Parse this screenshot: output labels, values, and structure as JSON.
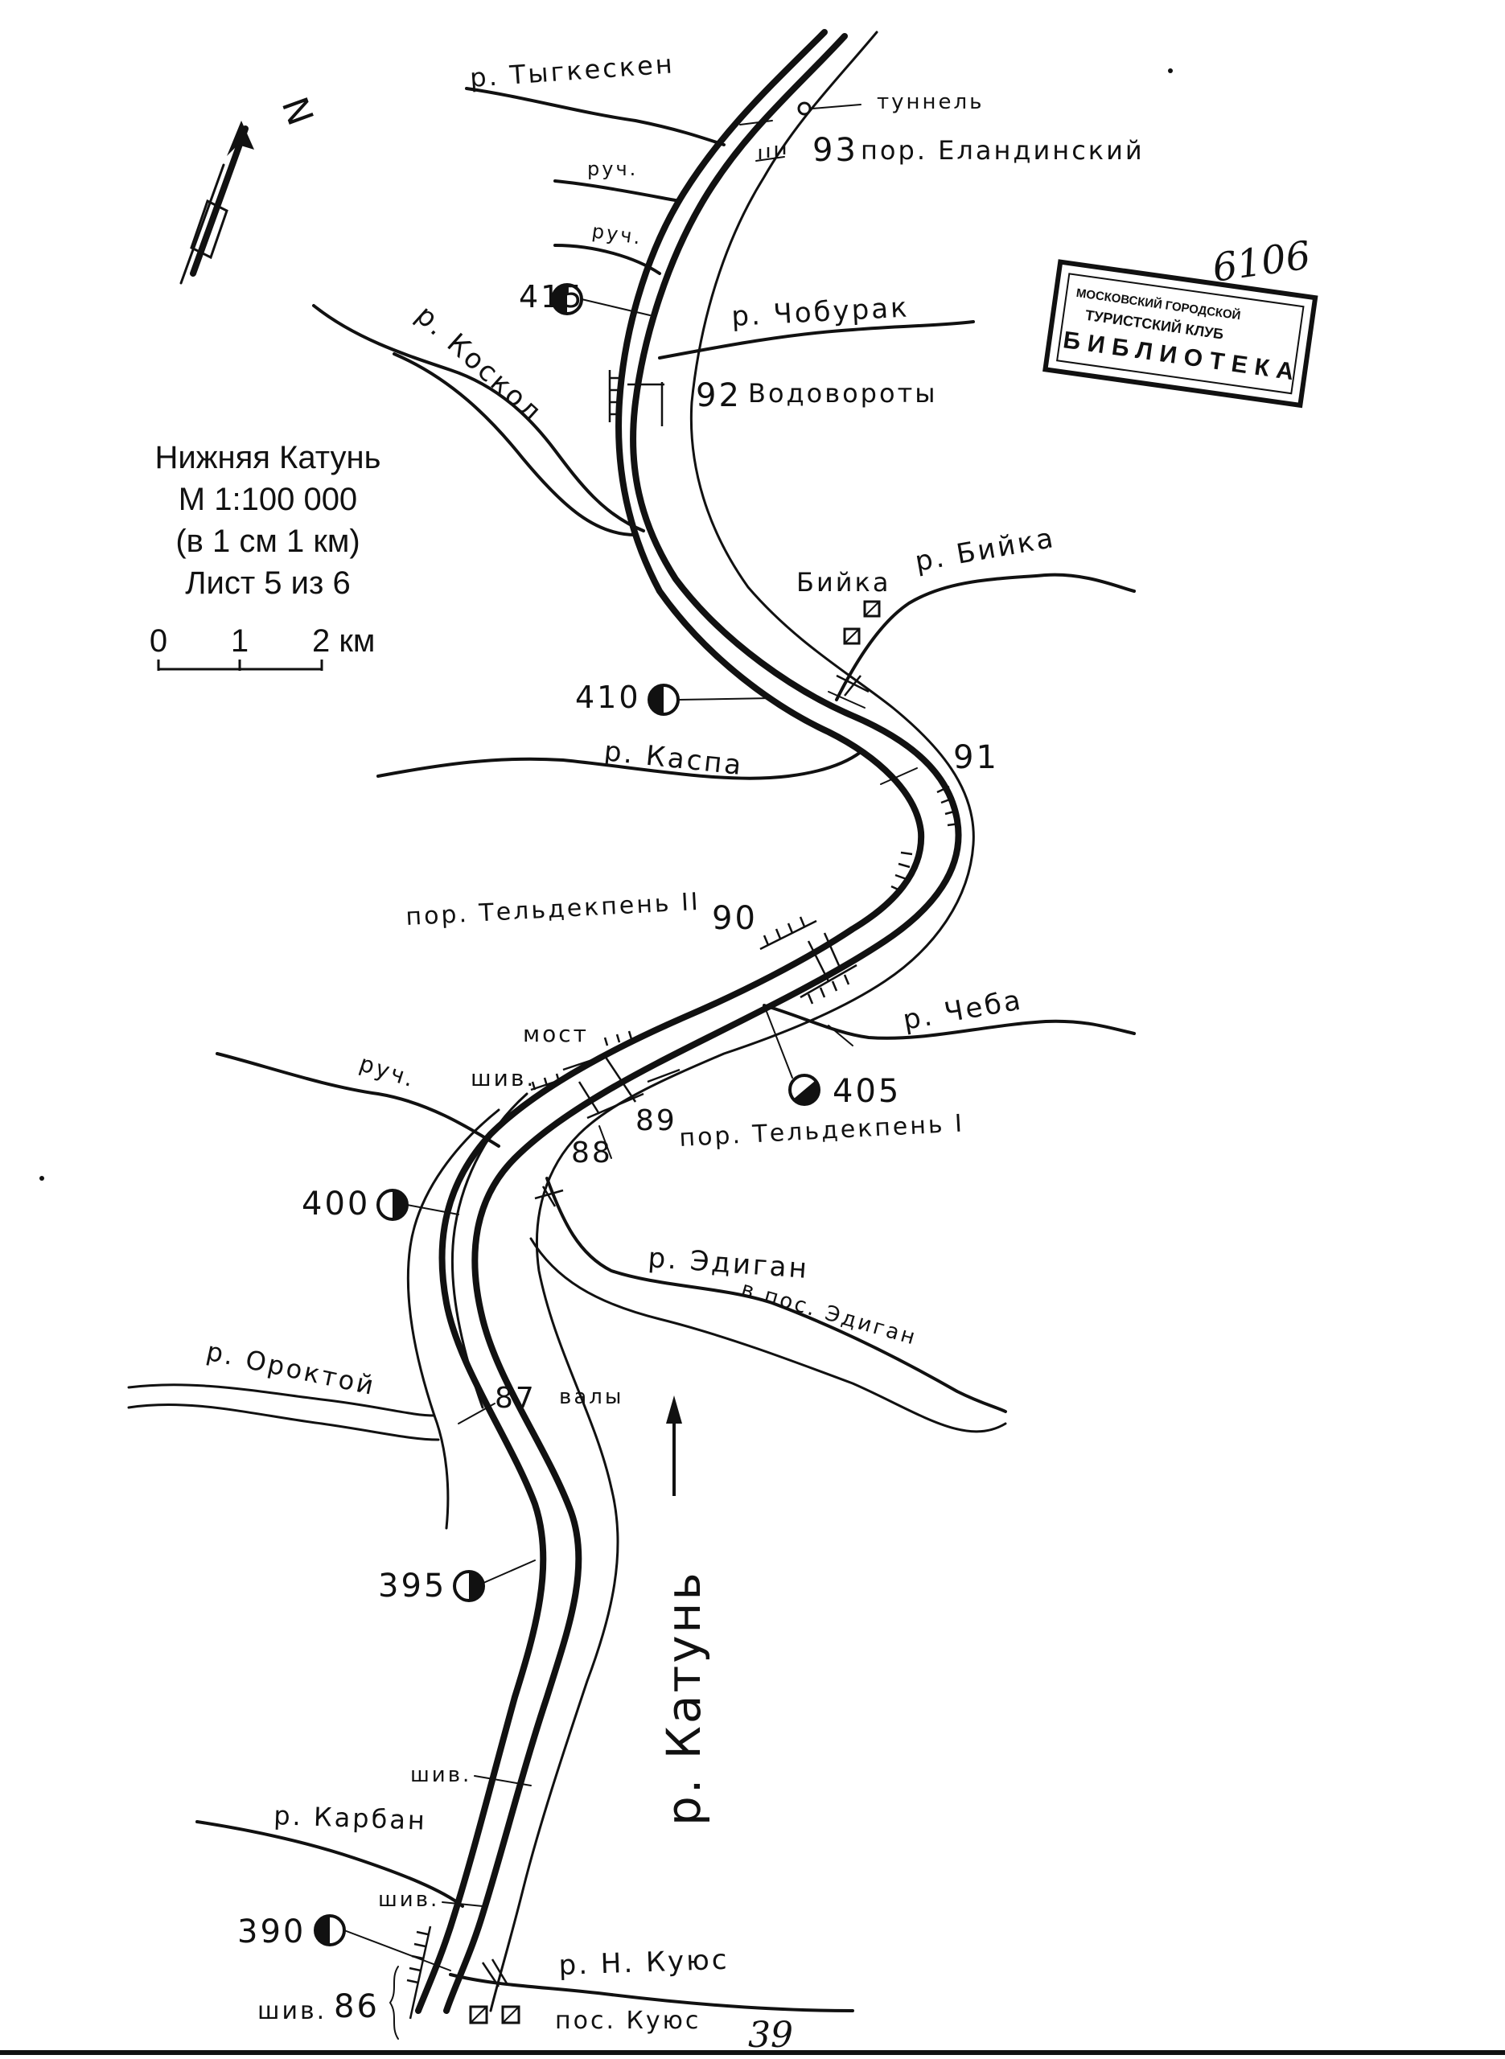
{
  "legend": {
    "title": "Нижняя Катунь",
    "scale": "М 1:100 000",
    "scale_note": "(в 1 см 1 км)",
    "sheet": "Лист 5 из 6",
    "bar_0": "0",
    "bar_1": "1",
    "bar_2": "2 км"
  },
  "north": "N",
  "main_river": "р. Катунь",
  "stamp": {
    "handwritten_number": "6106",
    "text_line1": "МОСКОВСКИЙ ГОРОДСКОЙ",
    "text_line2": "ТУРИСТСКИЙ КЛУБ",
    "text_line3": "БИБЛИОТЕКА"
  },
  "tributaries": {
    "tygkesken": "р. Тыгкескен",
    "ruch1": "руч.",
    "ruch2": "руч.",
    "koskol": "р. Коскол",
    "choburak": "р. Чобурак",
    "biyka": "р. Бийка",
    "kaspa": "р. Каспа",
    "cheba": "р. Чеба",
    "ruch3": "руч.",
    "edigan": "р. Эдиган",
    "oroktoy": "р. Ороктой",
    "karban": "р. Карбан",
    "n_kuyus": "р. Н. Куюс"
  },
  "features": {
    "tunnel": "туннель",
    "rapid_elandinsky": "пор. Еландинский",
    "vodovoroty": "Водовороты",
    "biyka_village": "Бийка",
    "rapid_teldekpen2": "пор. Тельдекпень II",
    "most": "мост",
    "shiv1": "шив.",
    "rapid_teldekpen1": "пор. Тельдекпень I",
    "to_edigan": "в пос. Эдиган",
    "valy": "валы",
    "shiv2": "шив.",
    "shiv3": "шив.",
    "shiv86": "шив.",
    "kuyus_village": "пос. Куюс"
  },
  "km_marks": {
    "k93": "93",
    "k92": "92",
    "k91": "91",
    "k90": "90",
    "k89": "89",
    "k88": "88",
    "k87": "87",
    "k86": "86"
  },
  "elevations": {
    "e415": "415",
    "e410": "410",
    "e405": "405",
    "e400": "400",
    "e395": "395",
    "e390": "390"
  },
  "page_number": "39"
}
